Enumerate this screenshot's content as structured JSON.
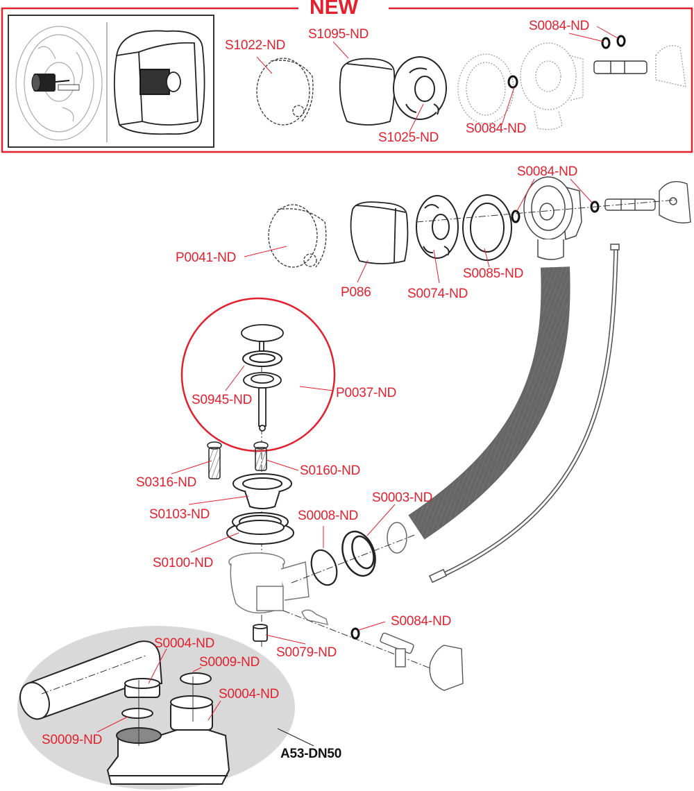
{
  "new_panel": {
    "title": "NEW",
    "labels": {
      "s1022": "S1022-ND",
      "s1095": "S1095-ND",
      "s1025": "S1025-ND",
      "s0084_bottom": "S0084-ND",
      "s0084_top": "S0084-ND"
    }
  },
  "main": {
    "labels": {
      "s0084_top": "S0084-ND",
      "p0041": "P0041-ND",
      "p086": "P086",
      "s0074": "S0074-ND",
      "s0085": "S0085-ND",
      "s0945": "S0945-ND",
      "p0037": "P0037-ND",
      "s0316": "S0316-ND",
      "s0160": "S0160-ND",
      "s0103": "S0103-ND",
      "s0100": "S0100-ND",
      "s0008": "S0008-ND",
      "s0003": "S0003-ND",
      "s0084_bottom": "S0084-ND",
      "s0079": "S0079-ND"
    }
  },
  "trap_kit": {
    "name": "A53-DN50",
    "labels": {
      "s0004_left": "S0004-ND",
      "s0009_top": "S0009-ND",
      "s0004_right": "S0004-ND",
      "s0009_left": "S0009-ND"
    }
  },
  "colors": {
    "accent_red": "#e3202d",
    "line": "#222222",
    "trap_bg": "#d9d9d9"
  }
}
